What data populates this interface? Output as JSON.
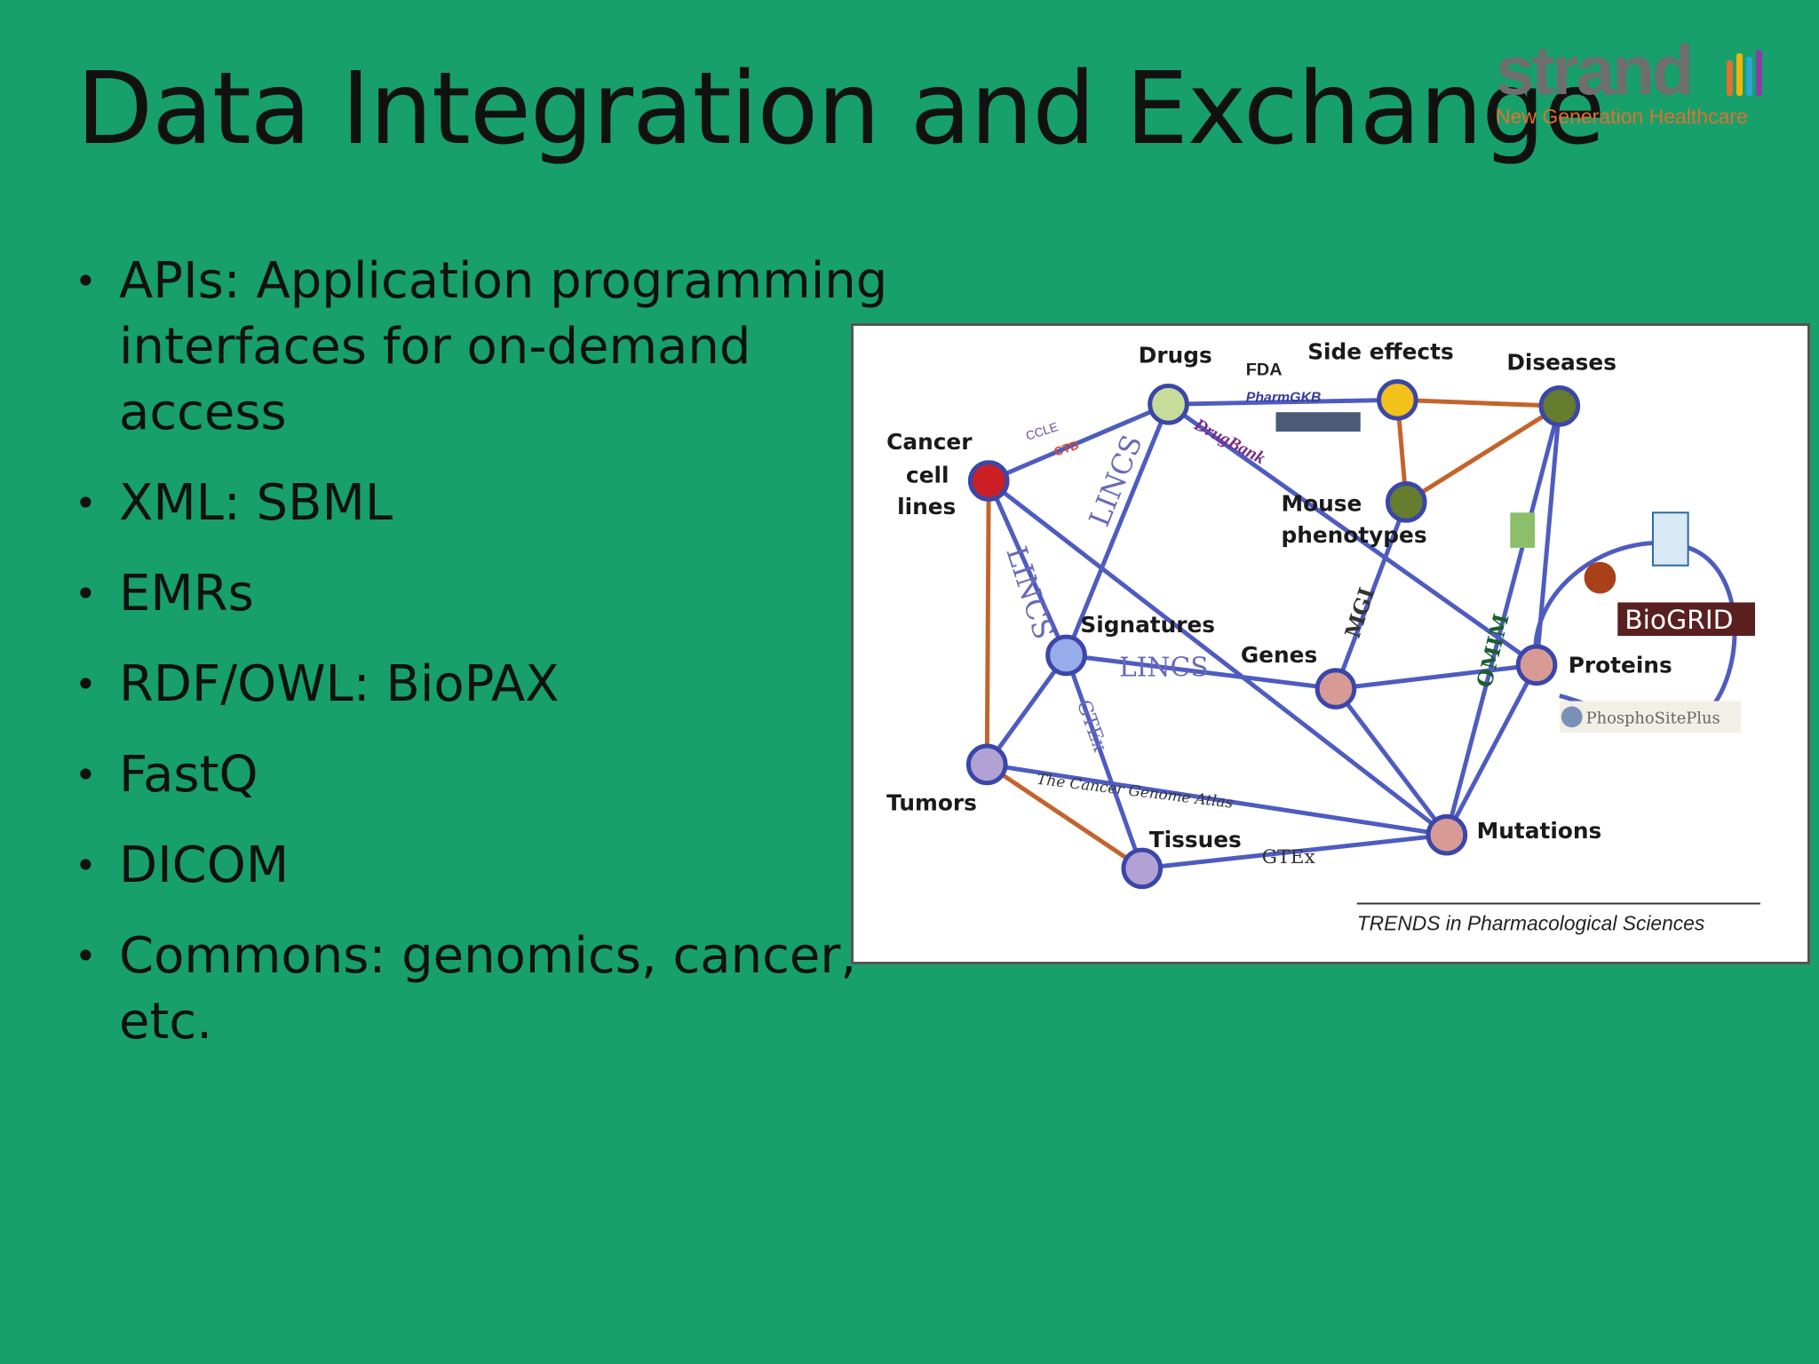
{
  "slide": {
    "title": "Data Integration and Exchange",
    "background_color": "#17a06b"
  },
  "logo": {
    "wordmark": "strand",
    "tagline": "New Generation Healthcare",
    "bar_colors": [
      "#e36f2d",
      "#f2b400",
      "#2aa7d7",
      "#8a3ea6"
    ]
  },
  "bullets": [
    "APIs: Application programming interfaces for on-demand access",
    "XML: SBML",
    "EMRs",
    "RDF/OWL: BioPAX",
    "FastQ",
    "DICOM",
    "Commons: genomics, cancer, etc."
  ],
  "figure": {
    "nodes": {
      "drugs": "Drugs",
      "side_effects": "Side effects",
      "diseases": "Diseases",
      "cancer_cell_lines": [
        "Cancer",
        "cell",
        "lines"
      ],
      "mouse_phenotypes": [
        "Mouse",
        "phenotypes"
      ],
      "signatures": "Signatures",
      "genes": "Genes",
      "proteins": "Proteins",
      "tumors": "Tumors",
      "tissues": "Tissues",
      "mutations": "Mutations"
    },
    "edge_labels": {
      "lincs_1": "LINCS",
      "lincs_2": "LINCS",
      "lincs_3": "LINCS",
      "gtex_1": "GTEx",
      "gtex_2": "GTEx",
      "tcga": "The Cancer Genome Atlas",
      "mgi": "MGI",
      "omim": "OMIM",
      "fda": "FDA",
      "pharmgkb": "PharmGKB",
      "drugbank": "DrugBank",
      "biogrid": "BioGRID",
      "phosphosite": "PhosphoSitePlus",
      "ccle": "CCLE",
      "ctd": "CTD"
    },
    "source": "TRENDS in Pharmacological Sciences",
    "colors": {
      "blue_edge": "#4e5cc0",
      "orange_edge": "#c4642a",
      "drugs": "#c8dc9a",
      "side_effects": "#f2c11a",
      "diseases": "#667c2e",
      "mouse_phenotypes": "#667c2e",
      "cancer_cell_lines": "#cc1f25",
      "signatures": "#98acea",
      "genes": "#d79a95",
      "proteins": "#d79a95",
      "mutations": "#d79a95",
      "tumors": "#b2a1d3",
      "tissues": "#b2a1d3"
    }
  }
}
